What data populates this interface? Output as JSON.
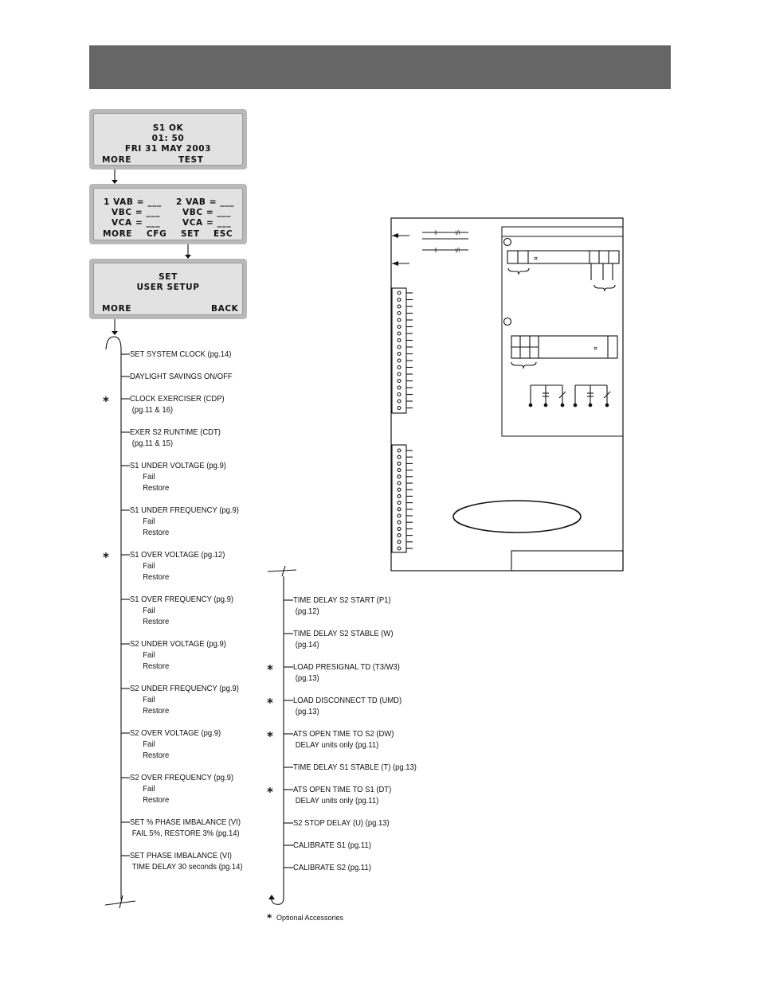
{
  "lcd_main": {
    "line1": "S1  OK",
    "line2": "01: 50",
    "line3": "FRI 31 MAY 2003",
    "left": "MORE",
    "right": "TEST"
  },
  "lcd_voltage": {
    "r1l": "1 VAB = ___",
    "r1r": "2 VAB = ___",
    "r2l": "VBC = ___",
    "r2r": "VBC = ___",
    "r3l": "VCA = ___",
    "r3r": "VCA = ___",
    "k1": "MORE",
    "k2": "CFG",
    "k3": "SET",
    "k4": "ESC"
  },
  "lcd_set": {
    "line1": "SET",
    "line2": "USER SETUP",
    "left": "MORE",
    "right": "BACK"
  },
  "col1": [
    {
      "t": "SET SYSTEM CLOCK (pg.14)"
    },
    {
      "t": "DAYLIGHT SAVINGS ON/OFF"
    },
    {
      "t": "CLOCK EXERCISER (CDP)",
      "s": "(pg.11 & 16)",
      "star": "*"
    },
    {
      "t": "EXER S2 RUNTIME (CDT)",
      "s": "(pg.11 & 15)"
    },
    {
      "t": "S1  UNDER VOLTAGE (pg.9)",
      "a": "Fail",
      "b": "Restore"
    },
    {
      "t": "S1  UNDER FREQUENCY (pg.9)",
      "a": "Fail",
      "b": "Restore"
    },
    {
      "t": "S1  OVER VOLTAGE (pg.12)",
      "a": "Fail",
      "b": "Restore",
      "star": "*"
    },
    {
      "t": "S1  OVER FREQUENCY (pg.9)",
      "a": "Fail",
      "b": "Restore"
    },
    {
      "t": "S2  UNDER VOLTAGE (pg.9)",
      "a": "Fail",
      "b": "Restore"
    },
    {
      "t": "S2  UNDER FREQUENCY (pg.9)",
      "a": "Fail",
      "b": "Restore"
    },
    {
      "t": "S2  OVER VOLTAGE (pg.9)",
      "a": "Fail",
      "b": "Restore"
    },
    {
      "t": "S2  OVER FREQUENCY (pg.9)",
      "a": "Fail",
      "b": "Restore"
    },
    {
      "t": "SET % PHASE IMBALANCE (VI)",
      "s": "FAIL 5%, RESTORE 3% (pg.14)"
    },
    {
      "t": "SET PHASE IMBALANCE (VI)",
      "s": "TIME DELAY 30 seconds (pg.14)"
    }
  ],
  "col2": [
    {
      "t": "TIME DELAY S2 START (P1)",
      "s": "(pg.12)"
    },
    {
      "t": "TIME DELAY S2 STABLE (W)",
      "s": "(pg.14)"
    },
    {
      "t": "LOAD PRESIGNAL TD (T3/W3)",
      "s": "(pg.13)",
      "star": "*"
    },
    {
      "t": "LOAD DISCONNECT TD (UMD)",
      "s": "(pg.13)",
      "star": "*"
    },
    {
      "t": "ATS OPEN TIME TO S2 (DW)",
      "s": "DELAY units only (pg.11)",
      "star": "*"
    },
    {
      "t": "TIME DELAY S1 STABLE (T) (pg.13)"
    },
    {
      "t": "ATS OPEN TIME TO S1 (DT)",
      "s": "DELAY units only (pg.11)",
      "star": "*"
    },
    {
      "t": "S2 STOP DELAY (U) (pg.13)"
    },
    {
      "t": "CALIBRATE S1 (pg.11)"
    },
    {
      "t": "CALIBRATE S2 (pg.11)"
    }
  ],
  "footnote": {
    "mark": "*",
    "text": "Optional Accessories"
  },
  "board_symbols": {
    "contact_a": "⊣⊢",
    "contact_b": "⊣/⊢",
    "relay_mark": "¤"
  }
}
